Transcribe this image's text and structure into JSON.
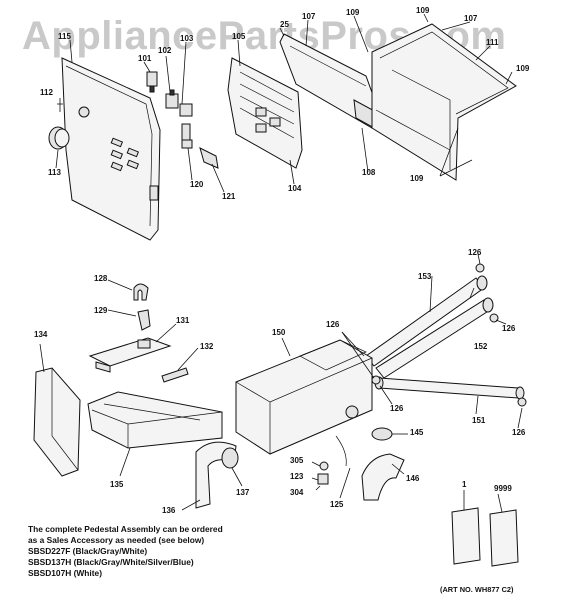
{
  "watermark": "AppliancePartsPros.com",
  "callouts": {
    "c115": "115",
    "c101": "101",
    "c102": "102",
    "c103": "103",
    "c105": "105",
    "c107a": "107",
    "c107b": "107",
    "c109a": "109",
    "c109b": "109",
    "c109c": "109",
    "c109d": "109",
    "c111": "111",
    "c112": "112",
    "c113": "113",
    "c120": "120",
    "c121": "121",
    "c104": "104",
    "c108": "108",
    "c25": "25",
    "c126a": "126",
    "c126b": "126",
    "c126c": "126",
    "c126d": "126",
    "c126e": "126",
    "c128": "128",
    "c129": "129",
    "c131": "131",
    "c132": "132",
    "c134": "134",
    "c135": "135",
    "c136": "136",
    "c137": "137",
    "c150": "150",
    "c151": "151",
    "c152": "152",
    "c153": "153",
    "c145": "145",
    "c146": "146",
    "c305": "305",
    "c123": "123",
    "c304": "304",
    "c125": "125",
    "c1": "1",
    "c9999": "9999"
  },
  "note": {
    "line1": "The complete Pedestal Assembly can be ordered",
    "line2": "as a Sales Accessory as needed (see below)",
    "line3": "SBSD227F (Black/Gray/White)",
    "line4": "SBSD137H (Black/Gray/White/Silver/Blue)",
    "line5": "SBSD107H (White)"
  },
  "art_number": "(ART NO. WH877 C2)"
}
